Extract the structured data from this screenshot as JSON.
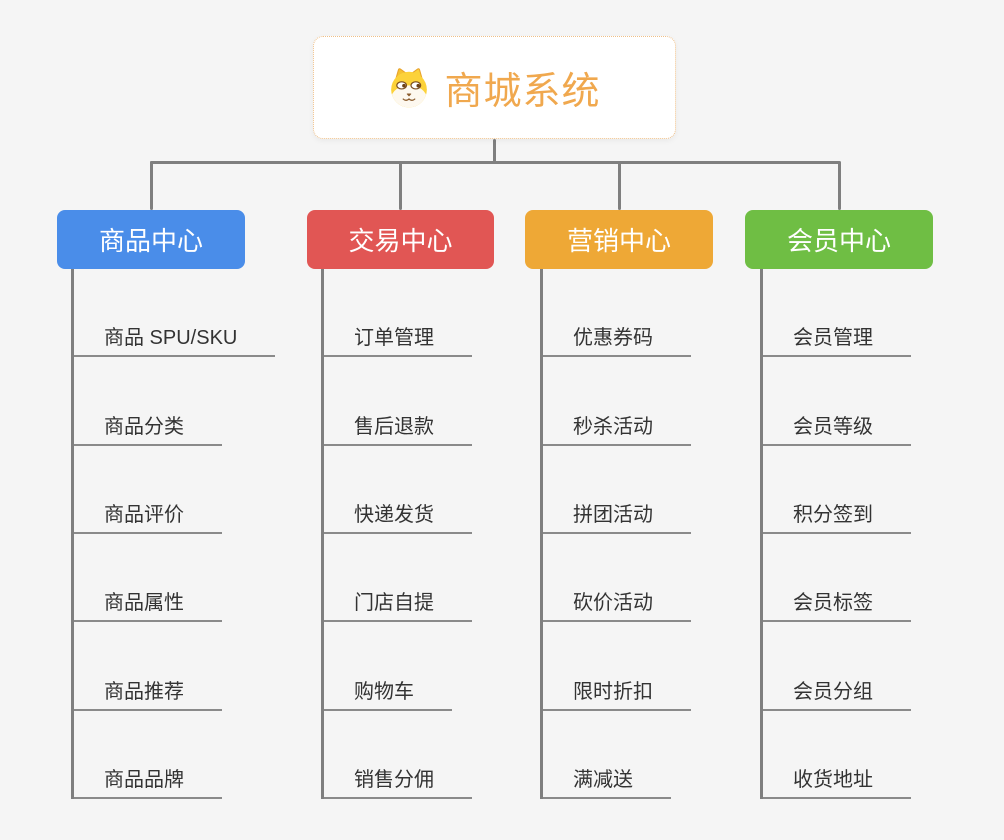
{
  "app": {
    "background": "#f5f5f5",
    "connector_color": "#7f7f7f",
    "underline_color": "#8a8a8a",
    "text_color": "#333333"
  },
  "root": {
    "title": "商城系统",
    "title_color": "#f0a84e",
    "icon": "dog-face-icon",
    "border_color": "#efc089"
  },
  "branches": [
    {
      "id": "product-center",
      "label": "商品中心",
      "color": "#4a8de9",
      "children": [
        "商品 SPU/SKU",
        "商品分类",
        "商品评价",
        "商品属性",
        "商品推荐",
        "商品品牌"
      ]
    },
    {
      "id": "trade-center",
      "label": "交易中心",
      "color": "#e15654",
      "children": [
        "订单管理",
        "售后退款",
        "快递发货",
        "门店自提",
        "购物车",
        "销售分佣"
      ]
    },
    {
      "id": "marketing-center",
      "label": "营销中心",
      "color": "#eea836",
      "children": [
        "优惠券码",
        "秒杀活动",
        "拼团活动",
        "砍价活动",
        "限时折扣",
        "满减送"
      ]
    },
    {
      "id": "member-center",
      "label": "会员中心",
      "color": "#6fbe44",
      "children": [
        "会员管理",
        "会员等级",
        "积分签到",
        "会员标签",
        "会员分组",
        "收货地址"
      ]
    }
  ]
}
